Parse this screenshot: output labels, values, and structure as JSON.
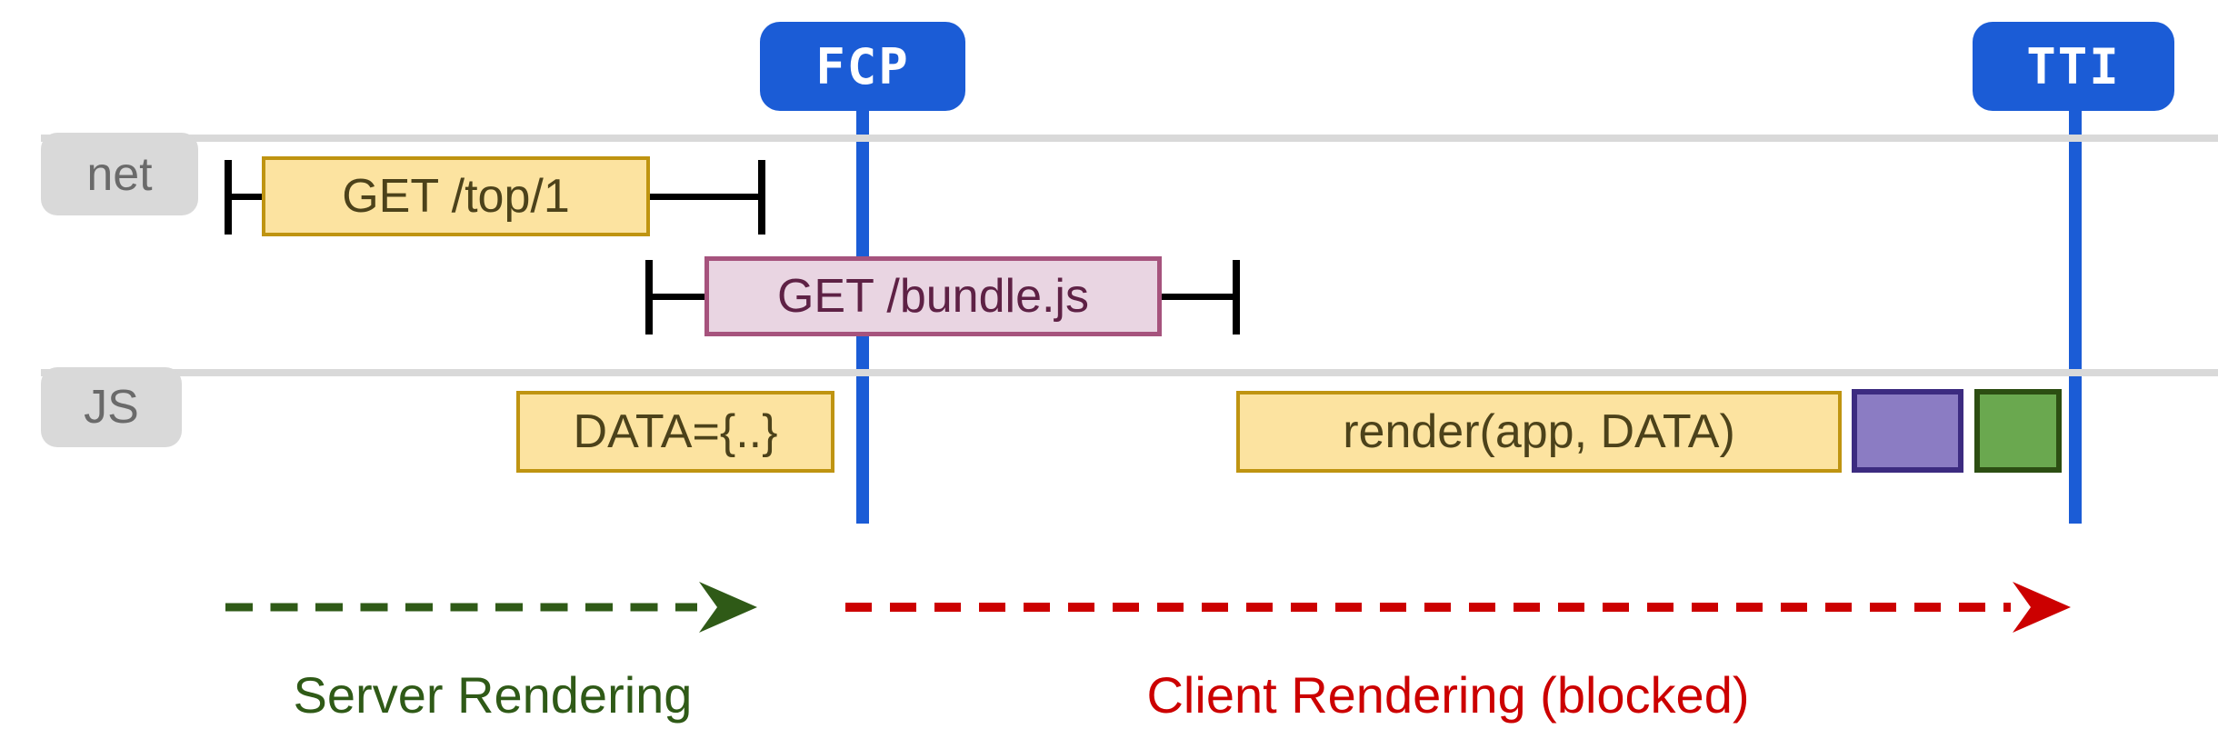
{
  "markers": {
    "fcp": {
      "label": "FCP"
    },
    "tti": {
      "label": "TTI"
    }
  },
  "tracks": {
    "net": {
      "label": "net",
      "requests": [
        {
          "label": "GET /top/1"
        },
        {
          "label": "GET /bundle.js"
        }
      ]
    },
    "js": {
      "label": "JS",
      "tasks": [
        {
          "label": "DATA={..}"
        },
        {
          "label": "render(app, DATA)"
        },
        {
          "label": "",
          "name": "purple-task"
        },
        {
          "label": "",
          "name": "green-task"
        }
      ]
    }
  },
  "phases": {
    "server": {
      "label": "Server Rendering"
    },
    "client": {
      "label": "Client Rendering (blocked)"
    }
  },
  "colors": {
    "marker_blue": "#1b5cd6",
    "track_gray": "#d9d9d9",
    "track_label_gray": "#6a6a6a",
    "task_yellow_fill": "#fce3a0",
    "task_yellow_border": "#bf9411",
    "task_yellow_text": "#4c421a",
    "bundle_pink_fill": "#e9d5e2",
    "bundle_pink_border": "#a6537d",
    "bundle_pink_text": "#5e2145",
    "purple_task_fill": "#8b7cc3",
    "purple_task_border": "#3c2b80",
    "green_task_fill": "#6aa84f",
    "green_task_border": "#2c4e12",
    "server_phase_green": "#2f5a17",
    "client_phase_red": "#cc0000",
    "whisker_black": "#000000"
  }
}
